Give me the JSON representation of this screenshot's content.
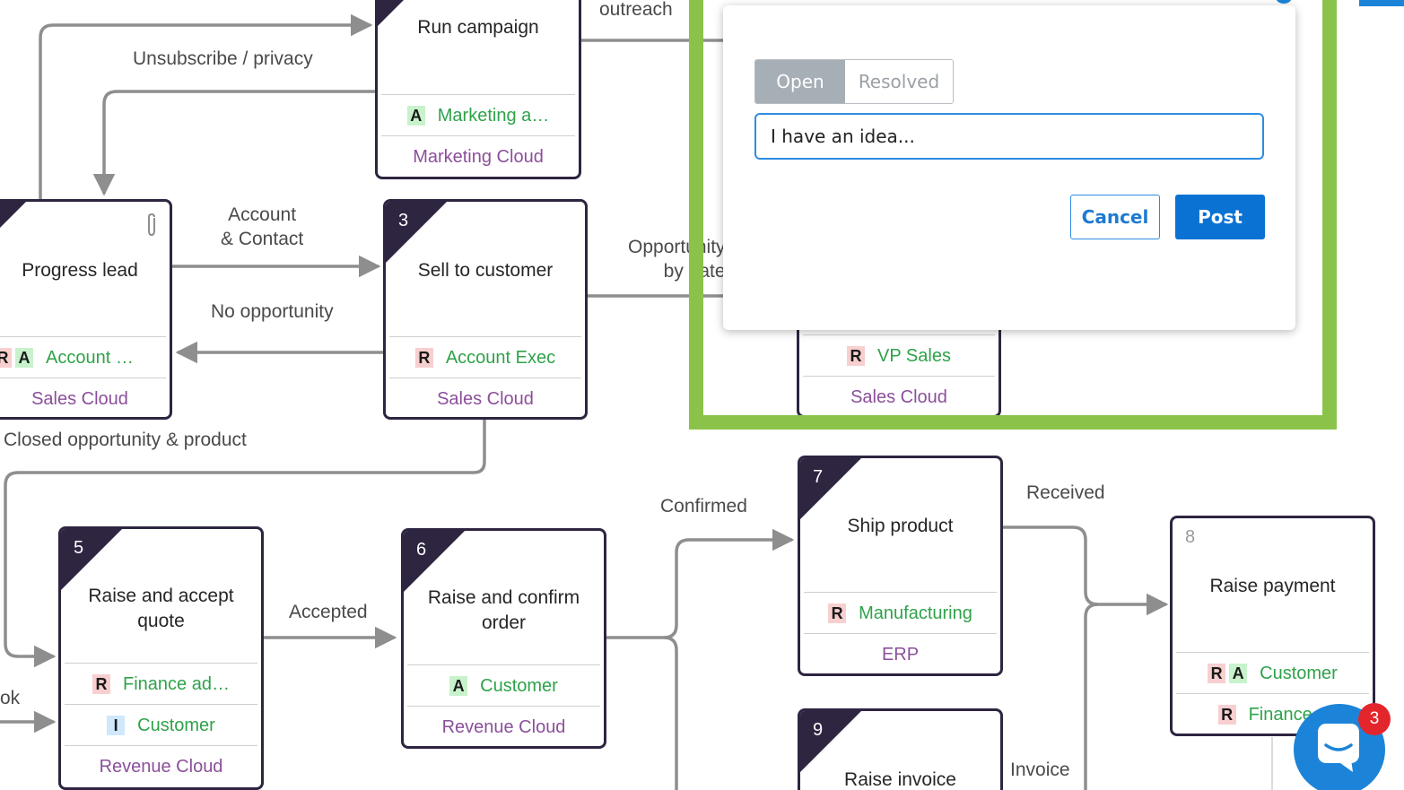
{
  "edge_labels": {
    "outreach": "outreach",
    "unsubscribe": "Unsubscribe / privacy",
    "account_contact": "Account\n& Contact",
    "no_opportunity": "No opportunity",
    "opportunity_by_date": "Opportunity\nby date",
    "closed_opportunity": "Closed opportunity & product",
    "accepted": "Accepted",
    "confirmed": "Confirmed",
    "received": "Received",
    "invoice": "Invoice",
    "ok": "ok"
  },
  "cards": {
    "run_campaign": {
      "title": "Run campaign",
      "roles": "Marketing a…",
      "badges": [
        "A"
      ],
      "system": "Marketing Cloud"
    },
    "progress_lead": {
      "title": "Progress lead",
      "roles": "Account …",
      "badges": [
        "R",
        "A"
      ],
      "system": "Sales Cloud"
    },
    "sell_to_customer": {
      "number": "3",
      "title": "Sell to customer",
      "roles": "Account Exec",
      "badges": [
        "R"
      ],
      "system": "Sales Cloud"
    },
    "vp_sales_card": {
      "roles": "VP Sales",
      "badges": [
        "R"
      ],
      "system": "Sales Cloud"
    },
    "raise_accept_quote": {
      "number": "5",
      "title": "Raise and accept\nquote",
      "roles": "Finance ad…",
      "badges": [
        "R"
      ],
      "roles2": "Customer",
      "badges2": [
        "I"
      ],
      "system": "Revenue Cloud"
    },
    "raise_confirm_order": {
      "number": "6",
      "title": "Raise and confirm\norder",
      "roles": "Customer",
      "badges": [
        "A"
      ],
      "system": "Revenue Cloud"
    },
    "ship_product": {
      "number": "7",
      "title": "Ship product",
      "roles": "Manufacturing",
      "badges": [
        "R"
      ],
      "system": "ERP"
    },
    "raise_payment": {
      "number": "8",
      "title": "Raise payment",
      "roles": "Customer",
      "badges": [
        "R",
        "A"
      ],
      "roles2": "Finance a",
      "badges2": [
        "R"
      ]
    },
    "raise_invoice": {
      "number": "9",
      "title": "Raise invoice"
    }
  },
  "dialog": {
    "tab_open": "Open",
    "tab_resolved": "Resolved",
    "input_value": "I have an idea...",
    "cancel_label": "Cancel",
    "post_label": "Post"
  },
  "chat": {
    "unread_count": "3"
  },
  "colors": {
    "card_border": "#2e2541",
    "role_text": "#2fa24a",
    "system_text": "#8b4f9a",
    "highlight_frame": "#8bc34a",
    "primary_button": "#0a72d3",
    "notification_badge": "#e3262c"
  }
}
